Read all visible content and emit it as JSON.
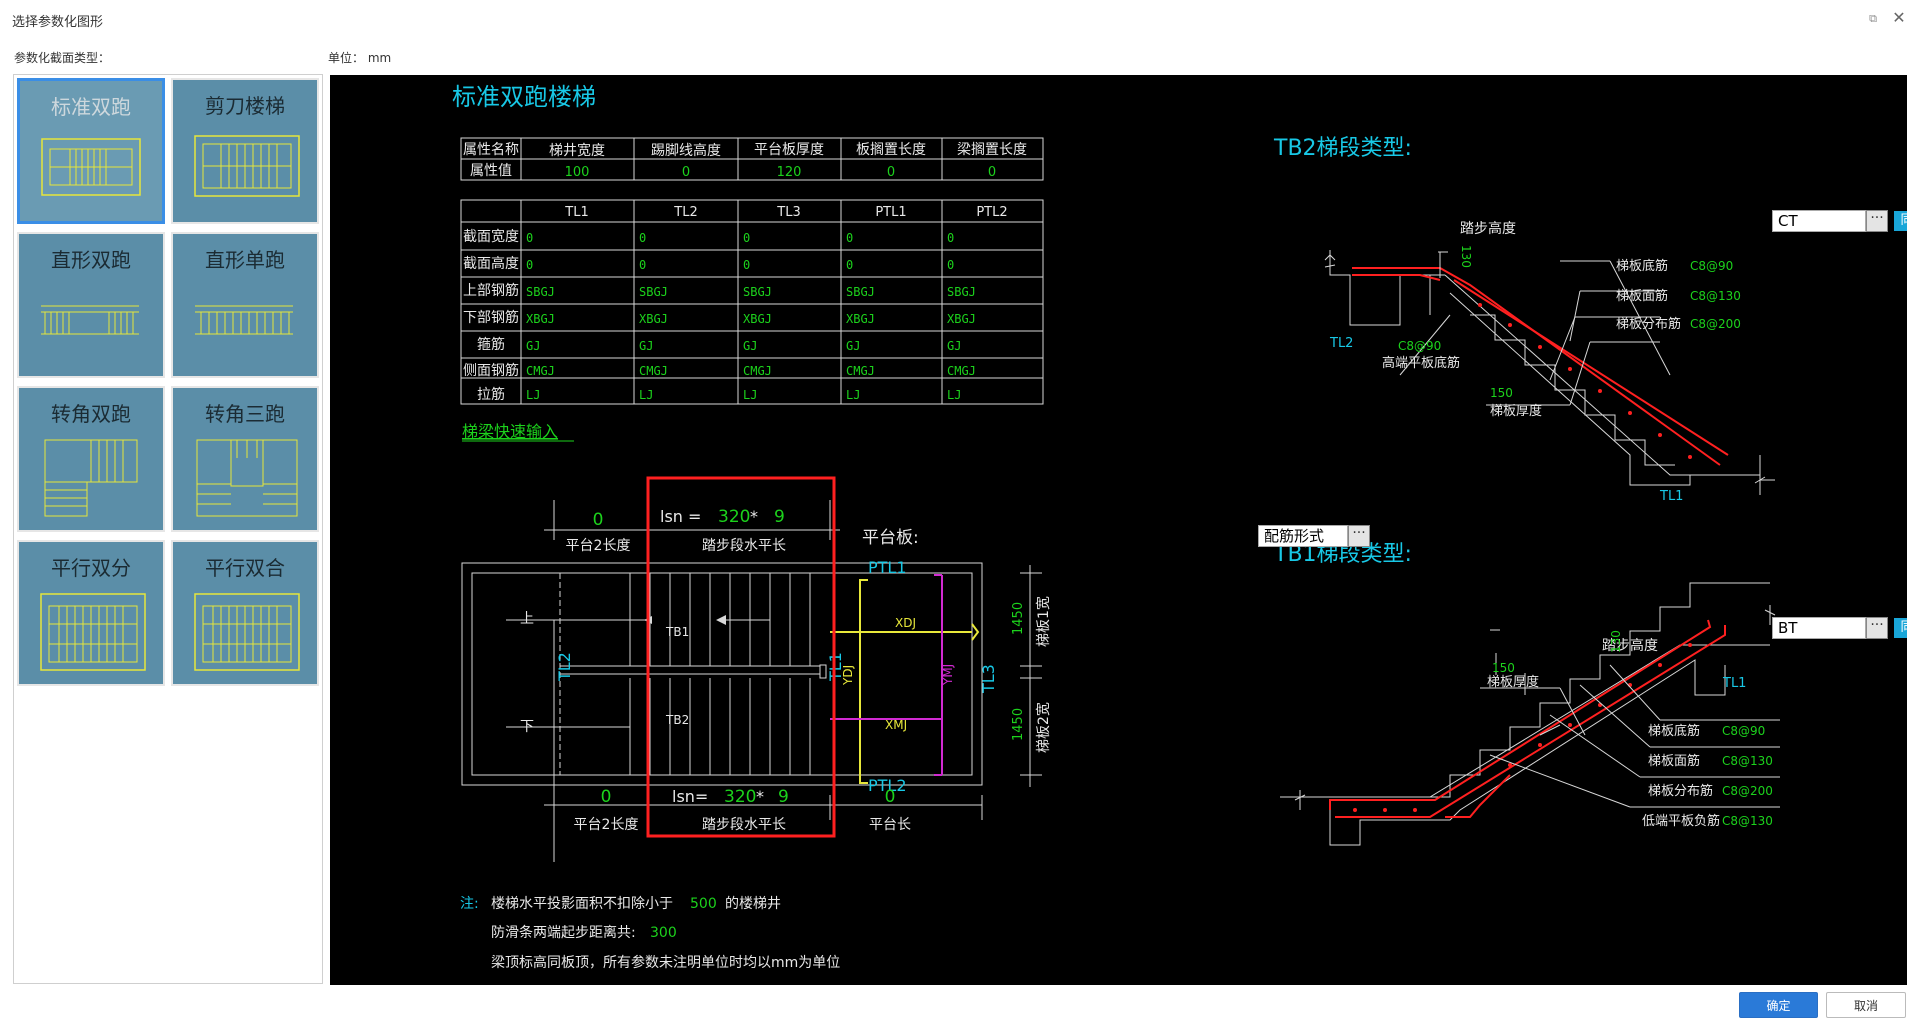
{
  "window": {
    "title": "选择参数化图形",
    "restore_glyph": "⧉",
    "close_glyph": "✕"
  },
  "labels": {
    "section_type": "参数化截面类型：",
    "unit": "单位： mm"
  },
  "thumbnails": [
    {
      "label": "标准双跑",
      "selected": true
    },
    {
      "label": "剪刀楼梯",
      "selected": false
    },
    {
      "label": "直形双跑",
      "selected": false
    },
    {
      "label": "直形单跑",
      "selected": false
    },
    {
      "label": "转角双跑",
      "selected": false
    },
    {
      "label": "转角三跑",
      "selected": false
    },
    {
      "label": "平行双分",
      "selected": false
    },
    {
      "label": "平行双合",
      "selected": false
    }
  ],
  "drawing": {
    "title": "标准双跑楼梯",
    "prop_table": {
      "headers": [
        "属性名称",
        "梯井宽度",
        "踢脚线高度",
        "平台板厚度",
        "板搁置长度",
        "梁搁置长度"
      ],
      "row_label": "属性值",
      "values": [
        "100",
        "0",
        "120",
        "0",
        "0"
      ]
    },
    "beam_table": {
      "columns": [
        "TL1",
        "TL2",
        "TL3",
        "PTL1",
        "PTL2"
      ],
      "rows": [
        {
          "label": "截面宽度",
          "values": [
            "0",
            "0",
            "0",
            "0",
            "0"
          ]
        },
        {
          "label": "截面高度",
          "values": [
            "0",
            "0",
            "0",
            "0",
            "0"
          ]
        },
        {
          "label": "上部钢筋",
          "values": [
            "SBGJ",
            "SBGJ",
            "SBGJ",
            "SBGJ",
            "SBGJ"
          ]
        },
        {
          "label": "下部钢筋",
          "values": [
            "XBGJ",
            "XBGJ",
            "XBGJ",
            "XBGJ",
            "XBGJ"
          ]
        },
        {
          "label": "箍筋",
          "values": [
            "GJ",
            "GJ",
            "GJ",
            "GJ",
            "GJ"
          ]
        },
        {
          "label": "侧面钢筋",
          "values": [
            "CMGJ",
            "CMGJ",
            "CMGJ",
            "CMGJ",
            "CMGJ"
          ]
        },
        {
          "label": "拉筋",
          "values": [
            "LJ",
            "LJ",
            "LJ",
            "LJ",
            "LJ"
          ]
        }
      ]
    },
    "quick_input_link": "梯梁快速输入",
    "plan": {
      "top_platform_value": "0",
      "top_platform_label": "平台2长度",
      "top_lsn_prefix": "lsn = ",
      "top_lsn_value": "320",
      "top_lsn_mid": " * ",
      "top_lsn_count": "9",
      "top_lsn_label": "踏步段水平长",
      "platform_board_label": "平台板:",
      "platform_board_value": "配筋形式",
      "bottom_platform_value": "0",
      "bottom_platform_label": "平台2长度",
      "bottom_lsn_prefix": "lsn= ",
      "bottom_lsn_value": "320",
      "bottom_lsn_mid": " * ",
      "bottom_lsn_count": "9",
      "bottom_lsn_label": "踏步段水平长",
      "right_platform_value": "0",
      "right_platform_label": "平台长",
      "up_label": "上",
      "down_label": "下",
      "tb1": "TB1",
      "tb2": "TB2",
      "tl1": "TL1",
      "tl2": "TL2",
      "tl3": "TL3",
      "ptl1": "PTL1",
      "ptl2": "PTL2",
      "xdj": "XDJ",
      "ydj": "YDJ",
      "xmj": "XMJ",
      "ymj": "YMJ",
      "width1_value": "1450",
      "width1_label": "梯板1宽",
      "width2_value": "1450",
      "width2_label": "梯板2宽"
    },
    "notes": {
      "prefix": "注:",
      "line1_a": "楼梯水平投影面积不扣除小于",
      "line1_value": "500",
      "line1_b": "的楼梯井",
      "line2_a": "防滑条两端起步距离共:",
      "line2_value": "300",
      "line3": "梁顶标高同板顶，所有参数未注明单位时均以mm为单位"
    },
    "tb2": {
      "label": "TB2梯段类型:",
      "value": "CT",
      "button": "同下跑梯段",
      "step_height_label": "踏步高度",
      "step_height_value": "130",
      "bottom_rebar_label": "梯板底筋",
      "bottom_rebar_value": "C8@90",
      "top_rebar_label": "梯板面筋",
      "top_rebar_value": "C8@130",
      "dist_rebar_label": "梯板分布筋",
      "dist_rebar_value": "C8@200",
      "high_plate_value": "C8@90",
      "high_plate_label": "高端平板底筋",
      "thickness_value": "150",
      "thickness_label": "梯板厚度",
      "tl_left": "TL2",
      "tl_right": "TL1"
    },
    "tb1": {
      "label": "TB1梯段类型:",
      "value": "BT",
      "button": "同上跑梯段",
      "step_height_label": "踏步高度",
      "step_height_value": "130",
      "thickness_value": "150",
      "thickness_label": "梯板厚度",
      "bottom_rebar_label": "梯板底筋",
      "bottom_rebar_value": "C8@90",
      "top_rebar_label": "梯板面筋",
      "top_rebar_value": "C8@130",
      "dist_rebar_label": "梯板分布筋",
      "dist_rebar_value": "C8@200",
      "low_plate_label": "低端平板负筋",
      "low_plate_value": "C8@130",
      "tl_right": "TL1"
    }
  },
  "buttons": {
    "ok": "确定",
    "cancel": "取消"
  },
  "colors": {
    "canvas_bg": "#000000",
    "cyan": "#18c8e6",
    "green": "#1cd21c",
    "yellow": "#e8e83a",
    "magenta": "#d22ad2",
    "red": "#ff2020",
    "thumb_bg": "#5b8ea8",
    "accent": "#2a7ad8"
  }
}
